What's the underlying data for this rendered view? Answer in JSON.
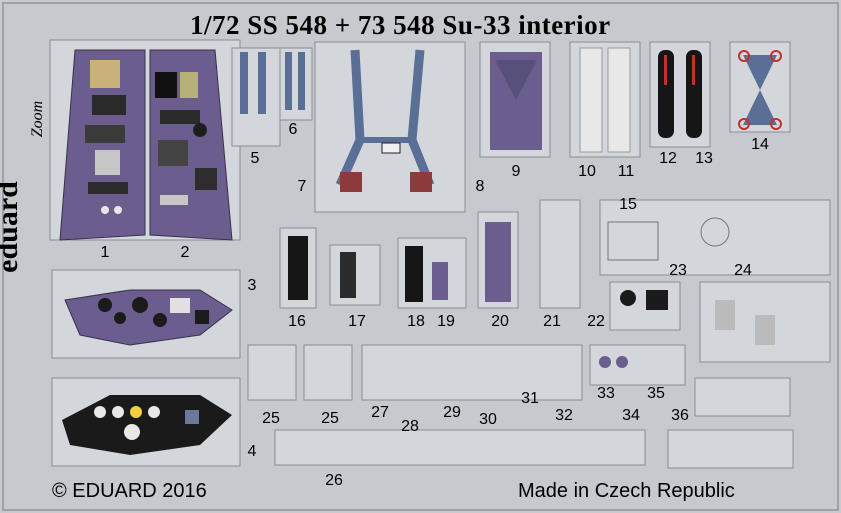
{
  "header": {
    "title": "1/72   SS 548 + 73 548   Su-33 interior"
  },
  "brand": {
    "name": "eduard",
    "product_line": "Zoom"
  },
  "footer": {
    "copyright": "© EDUARD 2016",
    "origin": "Made in Czech Republic"
  },
  "part_numbers": [
    "1",
    "2",
    "3",
    "4",
    "5",
    "6",
    "7",
    "8",
    "9",
    "10",
    "11",
    "12",
    "13",
    "14",
    "15",
    "16",
    "17",
    "18",
    "19",
    "20",
    "21",
    "22",
    "23",
    "24",
    "25",
    "25",
    "26",
    "27",
    "28",
    "29",
    "30",
    "31",
    "32",
    "33",
    "34",
    "35",
    "36"
  ],
  "colors": {
    "fret": "#c6c9cd",
    "panel_purple": "#6b5e8e",
    "black_panel": "#1a1a1a",
    "belt_blue": "#5a6f95",
    "red_detail": "#c2302a",
    "seam": "#8a8e94"
  }
}
